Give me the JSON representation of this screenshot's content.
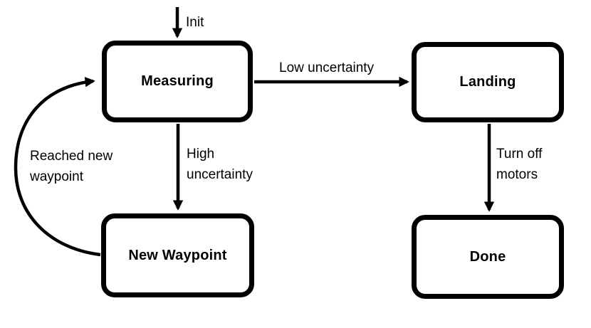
{
  "diagram": {
    "type": "state-machine-flowchart",
    "background_color": "#ffffff",
    "stroke_color": "#000000",
    "states": [
      {
        "id": "measuring",
        "label": "Measuring"
      },
      {
        "id": "landing",
        "label": "Landing"
      },
      {
        "id": "new-waypoint",
        "label": "New Waypoint"
      },
      {
        "id": "done",
        "label": "Done"
      }
    ],
    "transitions": [
      {
        "id": "init",
        "from": "start",
        "to": "measuring",
        "label": "Init"
      },
      {
        "id": "low-uncertainty",
        "from": "measuring",
        "to": "landing",
        "label": "Low uncertainty"
      },
      {
        "id": "high-uncertainty",
        "from": "measuring",
        "to": "new-waypoint",
        "label": "High\nuncertainty"
      },
      {
        "id": "turn-off-motors",
        "from": "landing",
        "to": "done",
        "label": "Turn off\nmotors"
      },
      {
        "id": "reached-new-waypoint",
        "from": "new-waypoint",
        "to": "measuring",
        "label": "Reached new\nwaypoint"
      }
    ]
  }
}
